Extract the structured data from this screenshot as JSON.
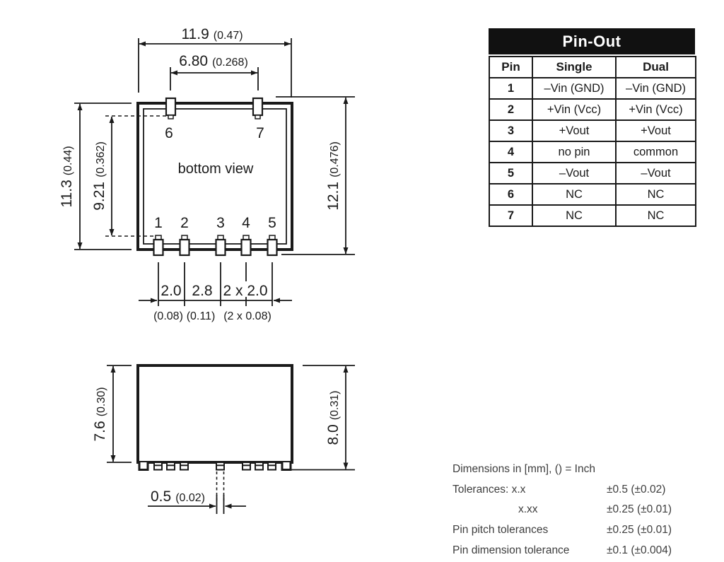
{
  "bottom_view": {
    "caption": "bottom view",
    "top_pins": [
      "6",
      "7"
    ],
    "bottom_pins": [
      "1",
      "2",
      "3",
      "4",
      "5"
    ],
    "dim_width_mm": "11.9",
    "dim_width_in": "(0.47)",
    "dim_pinspan_mm": "6.80",
    "dim_pinspan_in": "(0.268)",
    "dim_height_mm": "11.3",
    "dim_height_in": "(0.44)",
    "dim_pinrows_mm": "9.21",
    "dim_pinrows_in": "(0.362)",
    "dim_overall_mm": "12.1",
    "dim_overall_in": "(0.476)",
    "pitch_a_mm": "2.0",
    "pitch_b_mm": "2.8",
    "pitch_c_mm": "2 x 2.0",
    "pitch_a_in": "(0.08)",
    "pitch_b_in": "(0.11)",
    "pitch_c_in": "(2 x 0.08)"
  },
  "side_view": {
    "dim_body_mm": "7.6",
    "dim_body_in": "(0.30)",
    "dim_overall_mm": "8.0",
    "dim_overall_in": "(0.31)",
    "dim_pin_mm": "0.5",
    "dim_pin_in": "(0.02)"
  },
  "pinout_table": {
    "title": "Pin-Out",
    "columns": [
      "Pin",
      "Single",
      "Dual"
    ],
    "rows": [
      [
        "1",
        "–Vin (GND)",
        "–Vin (GND)"
      ],
      [
        "2",
        "+Vin (Vcc)",
        "+Vin (Vcc)"
      ],
      [
        "3",
        "+Vout",
        "+Vout"
      ],
      [
        "4",
        "no pin",
        "common"
      ],
      [
        "5",
        "–Vout",
        "–Vout"
      ],
      [
        "6",
        "NC",
        "NC"
      ],
      [
        "7",
        "NC",
        "NC"
      ]
    ]
  },
  "notes": {
    "units_line": "Dimensions in [mm], () = Inch",
    "rows": [
      {
        "label": "Tolerances: x.x",
        "value": "±0.5 (±0.02)"
      },
      {
        "label": "x.xx",
        "value": "±0.25 (±0.01)"
      },
      {
        "label": "Pin pitch tolerances",
        "value": "±0.25 (±0.01)"
      },
      {
        "label": "Pin dimension tolerance",
        "value": "±0.1 (±0.004)"
      }
    ]
  },
  "colors": {
    "line": "#1a1a1a",
    "table_header_bg": "#111111",
    "table_header_text": "#ffffff",
    "notes_text": "#3d3d3d",
    "background": "#ffffff"
  }
}
